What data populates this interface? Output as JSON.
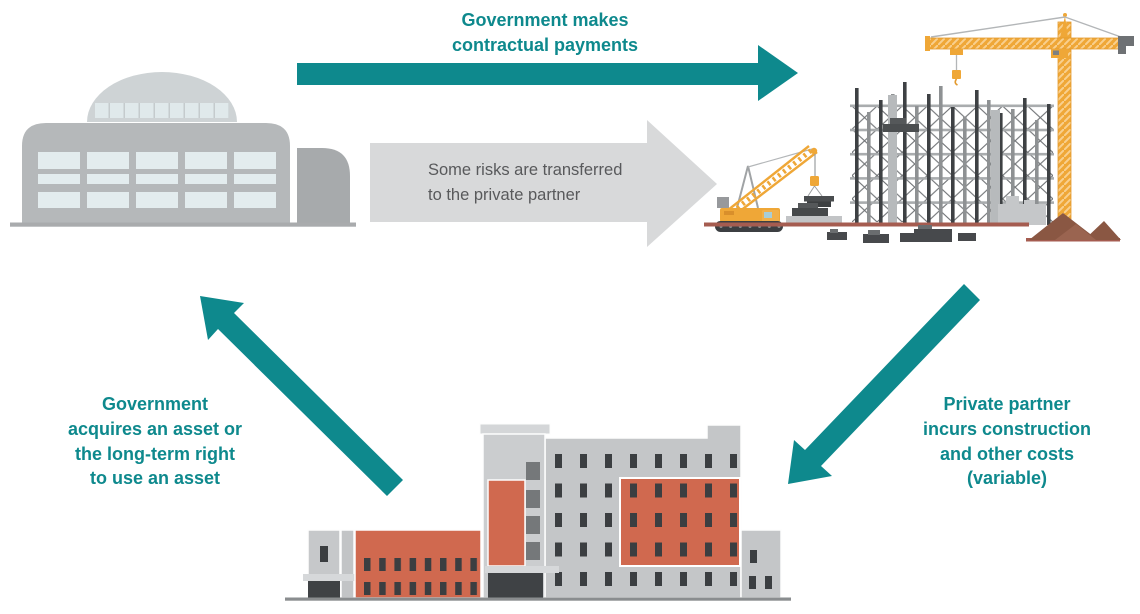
{
  "diagram": {
    "arrows": {
      "contractual_payments": {
        "label": "Government makes contractual payments",
        "lines": [
          "Government makes",
          "contractual payments"
        ],
        "direction": "right"
      },
      "risk_transfer": {
        "label": "Some risks are transferred to the private partner",
        "lines": [
          "Some risks are transferred",
          "to the private partner"
        ],
        "direction": "right"
      },
      "construction_costs": {
        "label": "Private partner incurs construction and other costs (variable)",
        "lines": [
          "Private partner",
          "incurs construction",
          "and other costs",
          "(variable)"
        ],
        "direction": "down-left"
      },
      "asset_acquisition": {
        "label": "Government acquires an asset or the long-term right to use an asset",
        "lines": [
          "Government",
          "acquires an asset or",
          "the long-term right",
          "to use an asset"
        ],
        "direction": "up-left"
      }
    },
    "illustrations": {
      "government_building": "government-building",
      "construction_site": "construction-site-with-cranes",
      "completed_building": "completed-building"
    }
  },
  "colors": {
    "teal": "#0e898d",
    "arrow_gray": "#d8d9da",
    "gray_text": "#58595b",
    "building_red": "#d0694f",
    "crane_yellow": "#efa737",
    "dirt_brown": "#8a5743",
    "ground_brick": "#a55c50"
  }
}
